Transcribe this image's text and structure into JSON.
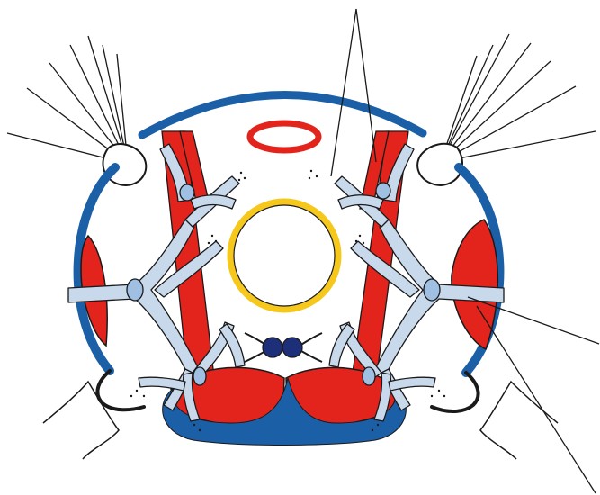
{
  "diagram": {
    "kind": "anatomical cross-section schematic (unlabeled)",
    "colors": {
      "blue": "#1b5fa6",
      "red": "#e2241d",
      "yellow": "#f7c81c",
      "pale_blue": "#c9d9ec",
      "navy": "#1c2f78",
      "ink": "#1a1a1a",
      "background": "#ffffff"
    },
    "parts": [
      "top-arc",
      "left-side-arc",
      "right-side-arc",
      "bottom-band",
      "central-ring",
      "top-red-ring",
      "left-red-bands",
      "right-red-bands",
      "bottom-red-lobes",
      "branching-pale-structures",
      "twin-dark-dots",
      "fan-tufts",
      "pointer-lines"
    ]
  }
}
